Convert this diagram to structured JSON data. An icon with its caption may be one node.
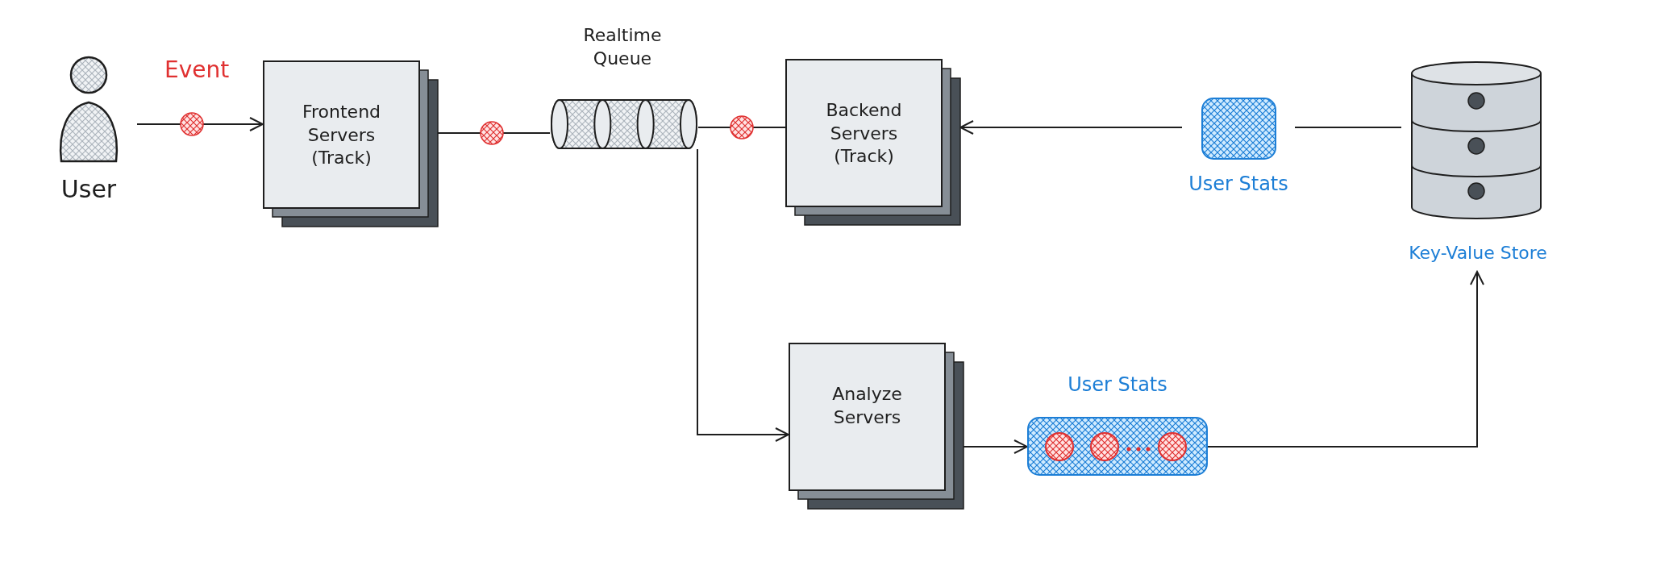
{
  "diagram": {
    "nodes": [
      {
        "text": [
          "User"
        ]
      },
      {
        "text": [
          "Frontend Servers (Track)"
        ]
      },
      {
        "text": [
          "Realtime Queue"
        ]
      },
      {
        "text": [
          "Backend Servers (Track)"
        ]
      },
      {
        "text": [
          "Key-Value Store"
        ]
      },
      {
        "text": [
          "Analyze Servers"
        ]
      },
      {
        "text": [
          "User Stats"
        ]
      },
      {
        "text": [
          "User Stats"
        ]
      }
    ],
    "edges": [
      {
        "from": 0,
        "to": 1,
        "arrow": "to",
        "label": "Event"
      },
      {
        "from": 1,
        "to": 2,
        "arrow": "none"
      },
      {
        "from": 2,
        "to": 3,
        "arrow": "none"
      },
      {
        "from": 2,
        "to": 5,
        "arrow": "to"
      },
      {
        "from": 5,
        "to": 6,
        "arrow": "to"
      },
      {
        "from": 6,
        "to": 4,
        "arrow": "to"
      },
      {
        "from": 4,
        "to": 7,
        "arrow": "none"
      },
      {
        "from": 7,
        "to": 3,
        "arrow": "to"
      }
    ]
  }
}
